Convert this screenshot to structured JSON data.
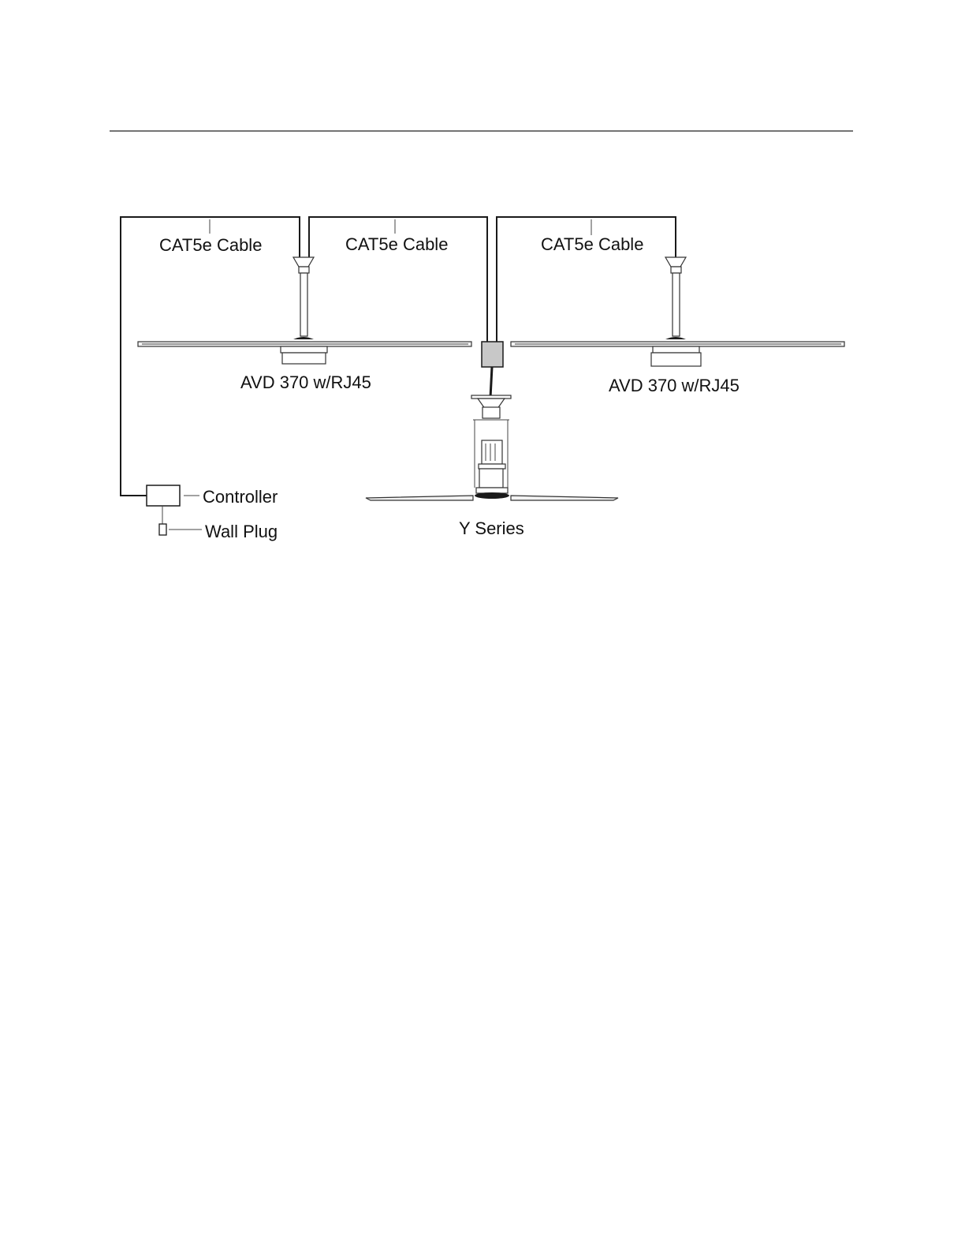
{
  "labels": {
    "cable_1": "CAT5e Cable",
    "cable_2": "CAT5e Cable",
    "cable_3": "CAT5e Cable",
    "fan_left": "AVD 370 w/RJ45",
    "fan_right": "AVD 370 w/RJ45",
    "controller": "Controller",
    "wall_plug": "Wall Plug",
    "y_series": "Y Series"
  },
  "colors": {
    "line": "#1a1a1a",
    "junction_box": "#c8c8c8",
    "background": "#ffffff"
  }
}
